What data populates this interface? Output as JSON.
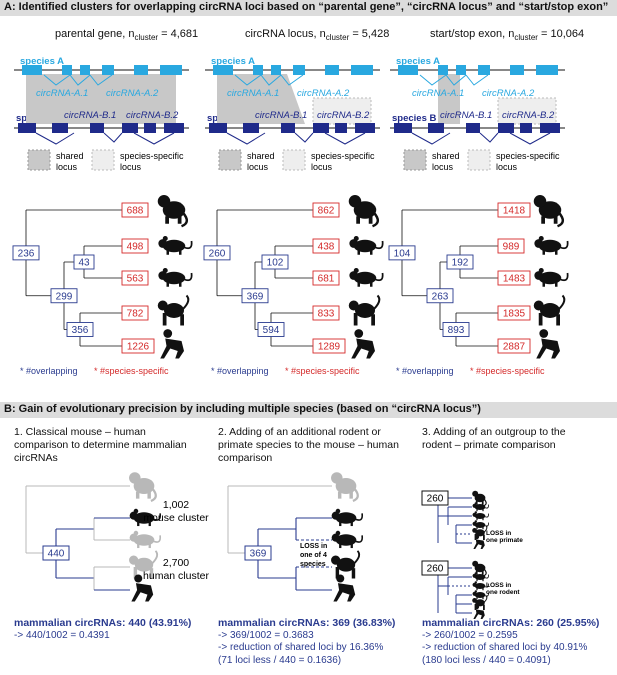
{
  "panel_a": {
    "title": "A: Identified clusters for overlapping circRNA loci based on “parental gene”, “circRNA locus” and “start/stop exon”",
    "columns": [
      {
        "label": "parental gene, n",
        "sub": "cluster",
        "value": " = 4,681",
        "tree": {
          "root": "236",
          "node_a": "43",
          "node_b": "299",
          "node_c": "356",
          "leaves": [
            "688",
            "498",
            "563",
            "782",
            "1226"
          ]
        }
      },
      {
        "label": "circRNA locus, n",
        "sub": "cluster",
        "value": " = 5,428",
        "tree": {
          "root": "260",
          "node_a": "102",
          "node_b": "369",
          "node_c": "594",
          "leaves": [
            "862",
            "438",
            "681",
            "833",
            "1289"
          ]
        }
      },
      {
        "label": "start/stop exon, n",
        "sub": "cluster",
        "value": " = 10,064",
        "tree": {
          "root": "104",
          "node_a": "192",
          "node_b": "263",
          "node_c": "893",
          "leaves": [
            "1418",
            "989",
            "1483",
            "1835",
            "2887"
          ]
        }
      }
    ],
    "species_a": "species A",
    "species_b": "species B",
    "circ_a1": "circRNA-A.1",
    "circ_a2": "circRNA-A.2",
    "circ_b1": "circRNA-B.1",
    "circ_b2": "circRNA-B.2",
    "shared_locus": [
      "shared",
      "locus"
    ],
    "specific_locus": [
      "species-specific",
      "locus"
    ],
    "legend_overlapping": "* #overlapping",
    "legend_specific": "* #species-specific",
    "colors": {
      "species_a": "#29a8e0",
      "species_b": "#1f2a8a",
      "overlap": "#2a3b8f",
      "specific": "#d42a2a"
    }
  },
  "panel_b": {
    "title": "B: Gain of evolutionary precision by including multiple species (based on “circRNA locus”)",
    "steps": [
      {
        "heading": "1. Classical mouse – human comparison to determine mammalian circRNAs",
        "node": "440",
        "mouse_count": "1,002",
        "mouse_label": "mouse cluster",
        "human_count": "2,700",
        "human_label": "human cluster",
        "summary_main": "mammalian circRNAs: 440 (43.91%)",
        "summary_lines": [
          "-> 440/1002 = 0.4391"
        ]
      },
      {
        "heading": "2. Adding of an additional rodent or primate species to the mouse – human comparison",
        "node": "369",
        "loss_label": [
          "LOSS in",
          "one of 4",
          "species"
        ],
        "summary_main": "mammalian circRNAs: 369 (36.83%)",
        "summary_lines": [
          "-> 369/1002 = 0.3683",
          "-> reduction of shared loci by 16.36%",
          "(71 loci less / 440 = 0.1636)"
        ]
      },
      {
        "heading": "3. Adding of an outgroup to the rodent – primate comparison",
        "node_top": "260",
        "node_bottom": "260",
        "loss_primate": [
          "LOSS in",
          "one primate"
        ],
        "loss_rodent": [
          "LOSS in",
          "one rodent"
        ],
        "summary_main": "mammalian circRNAs: 260 (25.95%)",
        "summary_lines": [
          "-> 260/1002 = 0.2595",
          "-> reduction of shared loci by 40.91%",
          "(180 loci less / 440 = 0.4091)"
        ]
      }
    ]
  }
}
